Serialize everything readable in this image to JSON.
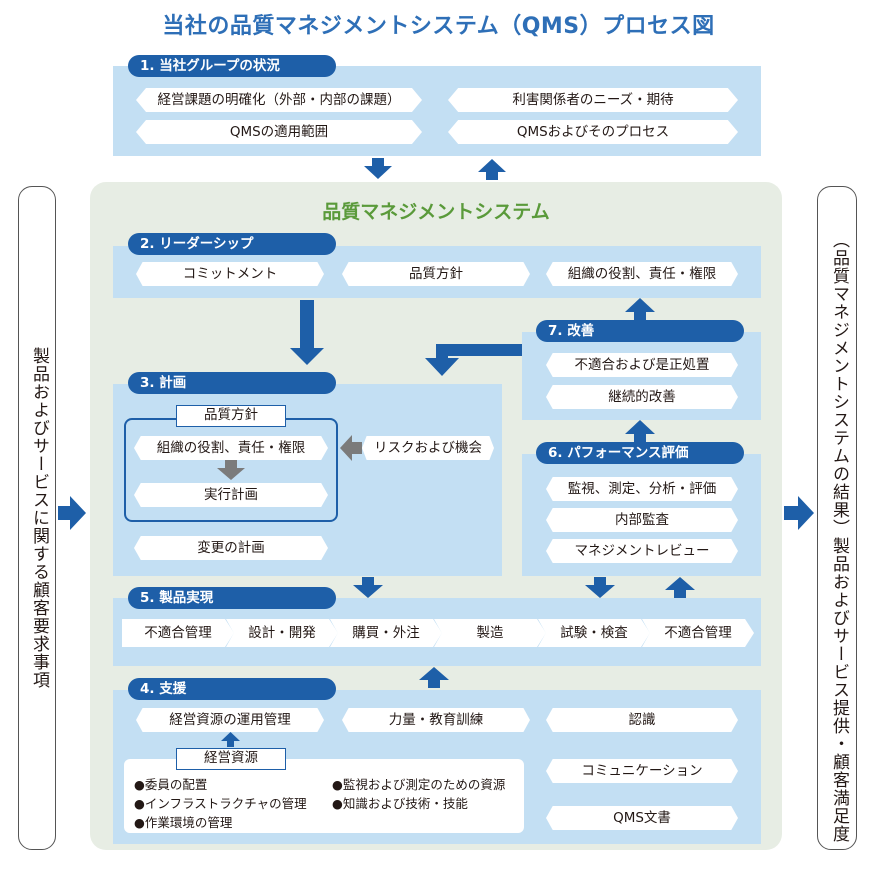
{
  "title": "当社の品質マネジメントシステム（QMS）プロセス図",
  "left_side": "製品およびサービスに関する顧客要求事項",
  "right_side": "（品質マネジメントシステムの結果）製品およびサービス提供・顧客満足度",
  "qms_title": "品質マネジメントシステム",
  "s1": {
    "head": "1. 当社グループの状況",
    "items": [
      "経営課題の明確化（外部・内部の課題）",
      "利害関係者のニーズ・期待",
      "QMSの適用範囲",
      "QMSおよびそのプロセス"
    ]
  },
  "s2": {
    "head": "2. リーダーシップ",
    "items": [
      "コミットメント",
      "品質方針",
      "組織の役割、責任・権限"
    ]
  },
  "s3": {
    "head": "3. 計画",
    "policy": "品質方針",
    "roles": "組織の役割、責任・権限",
    "exec": "実行計画",
    "risk": "リスクおよび機会",
    "change": "変更の計画"
  },
  "s7": {
    "head": "7. 改善",
    "items": [
      "不適合および是正処置",
      "継続的改善"
    ]
  },
  "s6": {
    "head": "6. パフォーマンス評価",
    "items": [
      "監視、測定、分析・評価",
      "内部監査",
      "マネジメントレビュー"
    ]
  },
  "s5": {
    "head": "5. 製品実現",
    "steps": [
      "不適合管理",
      "設計・開発",
      "購買・外注",
      "製造",
      "試験・検査",
      "不適合管理"
    ]
  },
  "s4": {
    "head": "4. 支援",
    "items": [
      "経営資源の運用管理",
      "力量・教育訓練",
      "認識",
      "コミュニケーション",
      "QMS文書"
    ],
    "resource_label": "経営資源",
    "bullets_left": [
      "●委員の配置",
      "●インフラストラクチャの管理",
      "●作業環境の管理"
    ],
    "bullets_right": [
      "●監視および測定のための資源",
      "●知識および技術・技能"
    ]
  },
  "colors": {
    "accent": "#1e5fa8",
    "panel": "#c3dff3",
    "title": "#2e6fb7",
    "qms_title": "#5a9a3a",
    "qms_bg": "#e7ede4",
    "arrow_gray": "#7b7b7b"
  }
}
